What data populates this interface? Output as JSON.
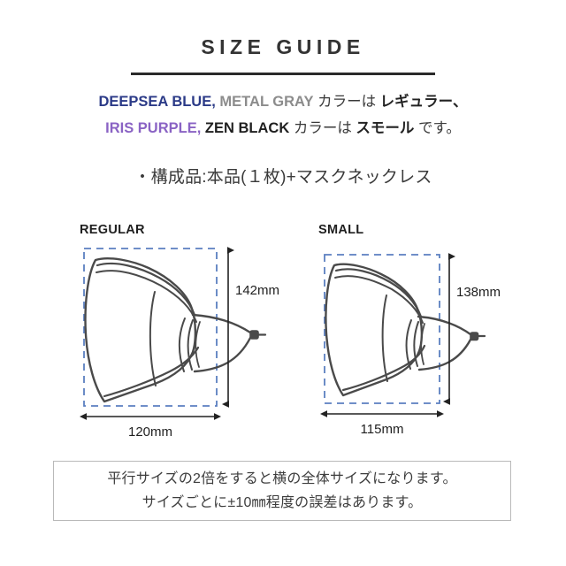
{
  "header": {
    "title": "SIZE GUIDE"
  },
  "colors": {
    "deepsea_blue": "#2b3a87",
    "metal_gray": "#8c8c8c",
    "iris_purple": "#8a63c4",
    "zen_black": "#1f1f1f",
    "dashed_box": "#5b7fc0",
    "outline": "#4a4a4a",
    "rule": "#2a2a2a",
    "note_border": "#b9b9b9"
  },
  "color_description": {
    "line1": [
      {
        "text": "DEEPSEA BLUE,",
        "style": "blue"
      },
      {
        "text": "METAL GRAY",
        "style": "gray"
      },
      {
        "text": "カラーは",
        "style": "jp-plain"
      },
      {
        "text": "レギュラー、",
        "style": "jp-bold"
      }
    ],
    "line2": [
      {
        "text": "IRIS PURPLE,",
        "style": "purple"
      },
      {
        "text": "ZEN BLACK",
        "style": "black"
      },
      {
        "text": "カラーは",
        "style": "jp-plain"
      },
      {
        "text": "スモール",
        "style": "jp-bold"
      },
      {
        "text": "です。",
        "style": "jp-plain"
      }
    ],
    "line1_full": "DEEPSEA BLUE, METAL GRAY カラーは レギュラー、",
    "line2_full": "IRIS PURPLE, ZEN BLACK カラーは スモールです。"
  },
  "components": {
    "text": "・構成品:本品(１枚)+マスクネックレス"
  },
  "diagrams": [
    {
      "id": "regular",
      "label": "REGULAR",
      "height_label": "142mm",
      "width_label": "120mm"
    },
    {
      "id": "small",
      "label": "SMALL",
      "height_label": "138mm",
      "width_label": "115mm"
    }
  ],
  "note": {
    "line1": "平行サイズの2倍をすると横の全体サイズになります。",
    "line2": "サイズごとに±10㎜程度の誤差はあります。"
  }
}
